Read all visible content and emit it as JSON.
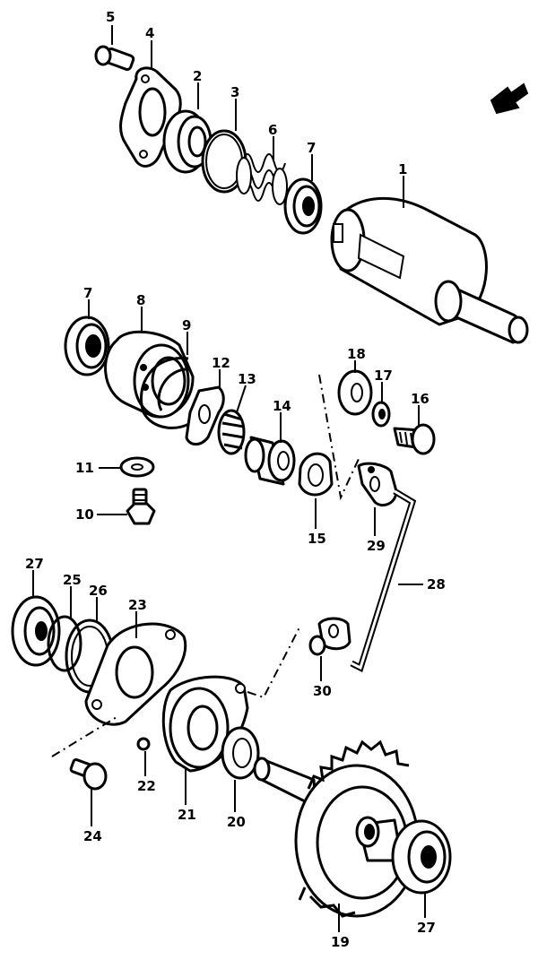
{
  "callouts": [
    {
      "id": "c5",
      "label": "5"
    },
    {
      "id": "c4",
      "label": "4"
    },
    {
      "id": "c2",
      "label": "2"
    },
    {
      "id": "c3",
      "label": "3"
    },
    {
      "id": "c6",
      "label": "6"
    },
    {
      "id": "c7a",
      "label": "7"
    },
    {
      "id": "c1",
      "label": "1"
    },
    {
      "id": "c7b",
      "label": "7"
    },
    {
      "id": "c8",
      "label": "8"
    },
    {
      "id": "c9",
      "label": "9"
    },
    {
      "id": "c12",
      "label": "12"
    },
    {
      "id": "c13",
      "label": "13"
    },
    {
      "id": "c14",
      "label": "14"
    },
    {
      "id": "c18",
      "label": "18"
    },
    {
      "id": "c17",
      "label": "17"
    },
    {
      "id": "c16",
      "label": "16"
    },
    {
      "id": "c11",
      "label": "11"
    },
    {
      "id": "c10",
      "label": "10"
    },
    {
      "id": "c15",
      "label": "15"
    },
    {
      "id": "c29",
      "label": "29"
    },
    {
      "id": "c28",
      "label": "28"
    },
    {
      "id": "c27a",
      "label": "27"
    },
    {
      "id": "c25",
      "label": "25"
    },
    {
      "id": "c26",
      "label": "26"
    },
    {
      "id": "c23",
      "label": "23"
    },
    {
      "id": "c30",
      "label": "30"
    },
    {
      "id": "c22",
      "label": "22"
    },
    {
      "id": "c21",
      "label": "21"
    },
    {
      "id": "c20",
      "label": "20"
    },
    {
      "id": "c24",
      "label": "24"
    },
    {
      "id": "c19",
      "label": "19"
    },
    {
      "id": "c27b",
      "label": "27"
    }
  ]
}
